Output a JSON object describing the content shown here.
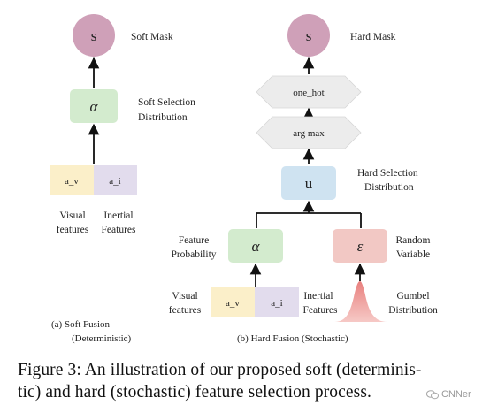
{
  "left": {
    "output_node": "s",
    "output_label": "Soft Mask",
    "selection_node": "α",
    "selection_label_line1": "Soft Selection",
    "selection_label_line2": "Distribution",
    "input_v": "a_v",
    "input_i": "a_i",
    "visual_line1": "Visual",
    "visual_line2": "features",
    "inertial_line1": "Inertial",
    "inertial_line2": "Features",
    "subcaption_line1": "(a)    Soft Fusion",
    "subcaption_line2": "(Deterministic)"
  },
  "right": {
    "output_node": "s",
    "output_label": "Hard Mask",
    "onehot_label": "one_hot",
    "argmax_label": "arg max",
    "u_node": "u",
    "hard_label_line1": "Hard Selection",
    "hard_label_line2": "Distribution",
    "alpha_node": "α",
    "feature_prob_line1": "Feature",
    "feature_prob_line2": "Probability",
    "eps_node": "ε",
    "random_line1": "Random",
    "random_line2": "Variable",
    "input_v": "a_v",
    "input_i": "a_i",
    "visual_line1": "Visual",
    "visual_line2": "features",
    "inertial_line1": "Inertial",
    "inertial_line2": "Features",
    "gumbel_line1": "Gumbel",
    "gumbel_line2": "Distribution",
    "subcaption": "(b)  Hard Fusion   (Stochastic)"
  },
  "caption": {
    "line1": "Figure 3:  An illustration of our proposed soft (determinis-",
    "line2": "tic) and hard (stochastic) feature selection process."
  },
  "watermark": {
    "text": "CNNer"
  },
  "colors": {
    "mask_node": "#cfa0b8",
    "alpha_node": "#d3ebce",
    "u_node": "#cfe3f1",
    "eps_node": "#f2c8c4",
    "input_v": "#fbefc9",
    "input_i": "#e2dced",
    "diamond": "#ececec",
    "gumbel": "#e9807e"
  }
}
